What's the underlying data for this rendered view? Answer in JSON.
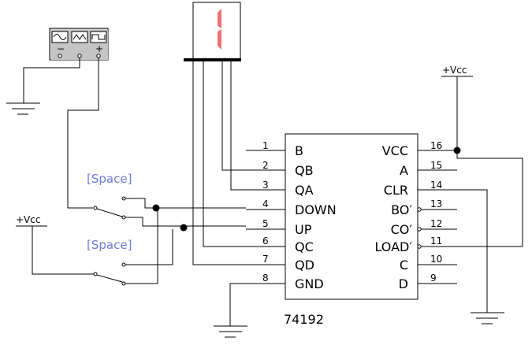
{
  "chip": {
    "part_number": "74192",
    "left_pins": [
      {
        "num": "1",
        "name": "B"
      },
      {
        "num": "2",
        "name": "QB"
      },
      {
        "num": "3",
        "name": "QA"
      },
      {
        "num": "4",
        "name": "DOWN"
      },
      {
        "num": "5",
        "name": "UP"
      },
      {
        "num": "6",
        "name": "QC"
      },
      {
        "num": "7",
        "name": "QD"
      },
      {
        "num": "8",
        "name": "GND"
      }
    ],
    "right_pins": [
      {
        "num": "16",
        "name": "VCC"
      },
      {
        "num": "15",
        "name": "A"
      },
      {
        "num": "14",
        "name": "CLR"
      },
      {
        "num": "13",
        "name": "BO′"
      },
      {
        "num": "12",
        "name": "CO′"
      },
      {
        "num": "11",
        "name": "LOAD′"
      },
      {
        "num": "10",
        "name": "C"
      },
      {
        "num": "9",
        "name": "D"
      }
    ]
  },
  "display": {
    "digit": "1",
    "segment_color": "#f07070"
  },
  "supplies": {
    "vcc_right": "+Vcc",
    "vcc_left": "+Vcc"
  },
  "switches": {
    "top_key": "[Space]",
    "bottom_key": "[Space]"
  },
  "function_generator": {
    "waveforms": [
      "sine-wave-icon",
      "triangle-wave-icon",
      "square-wave-icon"
    ],
    "terminals": [
      "−",
      "",
      "+"
    ]
  },
  "colors": {
    "key_label": "#6f7bd9",
    "wire": "#000000"
  }
}
